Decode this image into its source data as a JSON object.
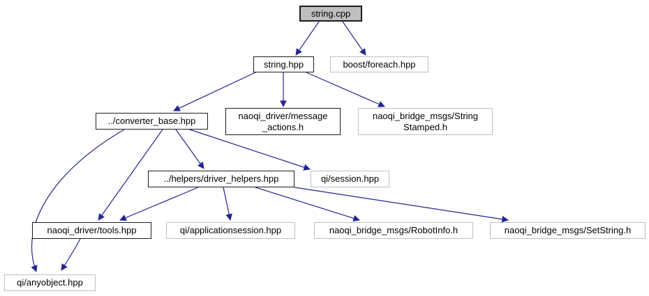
{
  "diagram": {
    "type": "include-dependency-graph",
    "root_file": "string.cpp",
    "colors": {
      "arrow": "#24248f",
      "documented_node_border": "#1c1c1c",
      "external_node_border": "#bfbfbf",
      "root_node_fill": "#bfbfbf",
      "node_fill": "#ffffff",
      "background": "#ffffff"
    }
  },
  "nodes": {
    "string_cpp": {
      "label": "string.cpp"
    },
    "string_hpp": {
      "label": "string.hpp"
    },
    "boost_foreach": {
      "label": "boost/foreach.hpp"
    },
    "converter_base": {
      "label": "../converter_base.hpp"
    },
    "message_actions": {
      "label": "naoqi_driver/message\n_actions.h"
    },
    "string_stamped": {
      "label": "naoqi_bridge_msgs/String\nStamped.h"
    },
    "driver_helpers": {
      "label": "../helpers/driver_helpers.hpp"
    },
    "qi_session": {
      "label": "qi/session.hpp"
    },
    "tools": {
      "label": "naoqi_driver/tools.hpp"
    },
    "app_session": {
      "label": "qi/applicationsession.hpp"
    },
    "robot_info": {
      "label": "naoqi_bridge_msgs/RobotInfo.h"
    },
    "set_string": {
      "label": "naoqi_bridge_msgs/SetString.h"
    },
    "anyobject": {
      "label": "qi/anyobject.hpp"
    }
  },
  "edges": [
    {
      "from": "string_cpp",
      "to": "string_hpp"
    },
    {
      "from": "string_cpp",
      "to": "boost_foreach"
    },
    {
      "from": "string_hpp",
      "to": "converter_base"
    },
    {
      "from": "string_hpp",
      "to": "message_actions"
    },
    {
      "from": "string_hpp",
      "to": "string_stamped"
    },
    {
      "from": "converter_base",
      "to": "driver_helpers"
    },
    {
      "from": "converter_base",
      "to": "qi_session"
    },
    {
      "from": "converter_base",
      "to": "tools"
    },
    {
      "from": "converter_base",
      "to": "anyobject"
    },
    {
      "from": "driver_helpers",
      "to": "tools"
    },
    {
      "from": "driver_helpers",
      "to": "app_session"
    },
    {
      "from": "driver_helpers",
      "to": "robot_info"
    },
    {
      "from": "driver_helpers",
      "to": "set_string"
    },
    {
      "from": "tools",
      "to": "anyobject"
    }
  ]
}
